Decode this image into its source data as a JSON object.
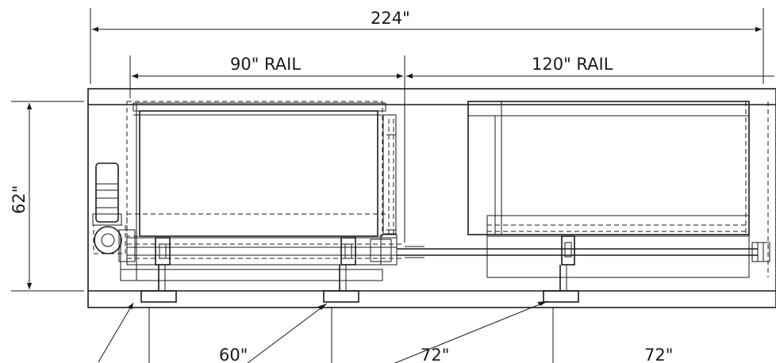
{
  "dimensions": {
    "overall": "224\"",
    "rail_left": "90\" RAIL",
    "rail_right": "120\" RAIL",
    "height": "62\"",
    "span_1": "60\"",
    "span_2": "72\"",
    "span_3": "72\""
  }
}
